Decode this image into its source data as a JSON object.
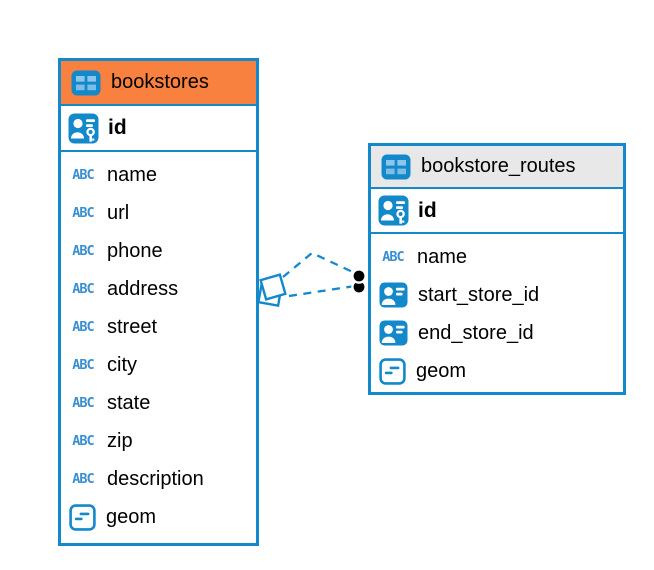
{
  "colors": {
    "accent_blue": "#1389cb",
    "header_orange": "#f8813f",
    "header_gray": "#e8e8e8",
    "endpoint_black": "#000000",
    "background": "#ffffff"
  },
  "icons": {
    "text_type_label": "ABC"
  },
  "tables": [
    {
      "name": "bookstores",
      "header_color": "orange",
      "primary_key": {
        "name": "id",
        "icon": "primary-key-icon"
      },
      "fields": [
        {
          "name": "name",
          "type_icon": "text"
        },
        {
          "name": "url",
          "type_icon": "text"
        },
        {
          "name": "phone",
          "type_icon": "text"
        },
        {
          "name": "address",
          "type_icon": "text"
        },
        {
          "name": "street",
          "type_icon": "text"
        },
        {
          "name": "city",
          "type_icon": "text"
        },
        {
          "name": "state",
          "type_icon": "text"
        },
        {
          "name": "zip",
          "type_icon": "text"
        },
        {
          "name": "description",
          "type_icon": "text"
        },
        {
          "name": "geom",
          "type_icon": "geometry"
        }
      ]
    },
    {
      "name": "bookstore_routes",
      "header_color": "gray",
      "primary_key": {
        "name": "id",
        "icon": "primary-key-icon"
      },
      "fields": [
        {
          "name": "name",
          "type_icon": "text"
        },
        {
          "name": "start_store_id",
          "type_icon": "reference"
        },
        {
          "name": "end_store_id",
          "type_icon": "reference"
        },
        {
          "name": "geom",
          "type_icon": "geometry"
        }
      ]
    }
  ],
  "relationship": {
    "from_table": "bookstores",
    "to_table": "bookstore_routes",
    "line_style": "dashed",
    "from_endpoint": "diamond",
    "to_endpoint": "double-dot"
  }
}
